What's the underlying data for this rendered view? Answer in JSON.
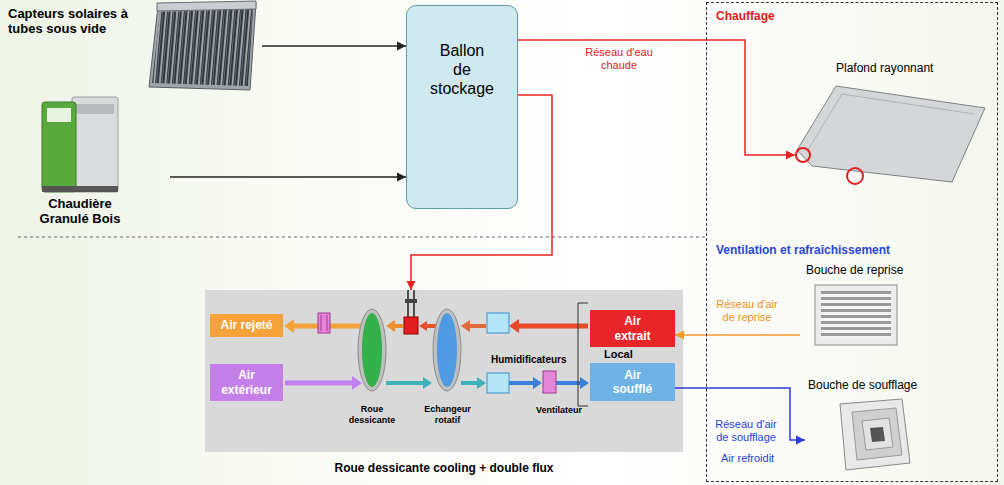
{
  "diagram": {
    "caption": "Roue dessicante cooling + double flux",
    "nodes": [
      {
        "text": [
          "Capteurs solaires à tubes sous vide"
        ]
      },
      {
        "text": [
          "Chaudière Granulé Bois"
        ]
      },
      {
        "text": [
          "Ballon de stockage"
        ]
      },
      {
        "text": [
          "Chauffage",
          "Ventilation et rafraîchissement"
        ]
      },
      {
        "text": [
          "Plafond rayonnant"
        ],
        "in": 3
      },
      {
        "text": [
          "Bouche de reprise"
        ],
        "in": 3
      },
      {
        "text": [
          "Bouche de soufflage"
        ],
        "in": 3
      },
      {
        "text": [
          "Local"
        ]
      },
      {
        "text": [
          "Air rejeté"
        ],
        "in": 7
      },
      {
        "text": [
          "Air extérieur"
        ],
        "in": 7
      },
      {
        "text": [
          "Air extrait"
        ],
        "in": 7
      },
      {
        "text": [
          "Air soufflé"
        ],
        "in": 7
      }
    ],
    "edges": [
      {
        "from": 0,
        "to": 2,
        "arrow": "to"
      },
      {
        "from": 1,
        "to": 2,
        "arrow": "to"
      },
      {
        "from": 2,
        "to": 4,
        "label": "Réseau d'eau chaude",
        "arrow": "to"
      },
      {
        "from": 2,
        "to": 7,
        "arrow": "to"
      },
      {
        "from": 5,
        "to": 10,
        "label": "Réseau d'air de reprise",
        "arrow": "to"
      },
      {
        "from": 11,
        "to": 6,
        "label": "Réseau d'air de soufflage",
        "arrow": "to"
      }
    ],
    "labels": [
      "Roue dessicante",
      "Echangeur rotatif",
      "Humidificateurs",
      "Ventilateur",
      "Air refroidit"
    ]
  }
}
